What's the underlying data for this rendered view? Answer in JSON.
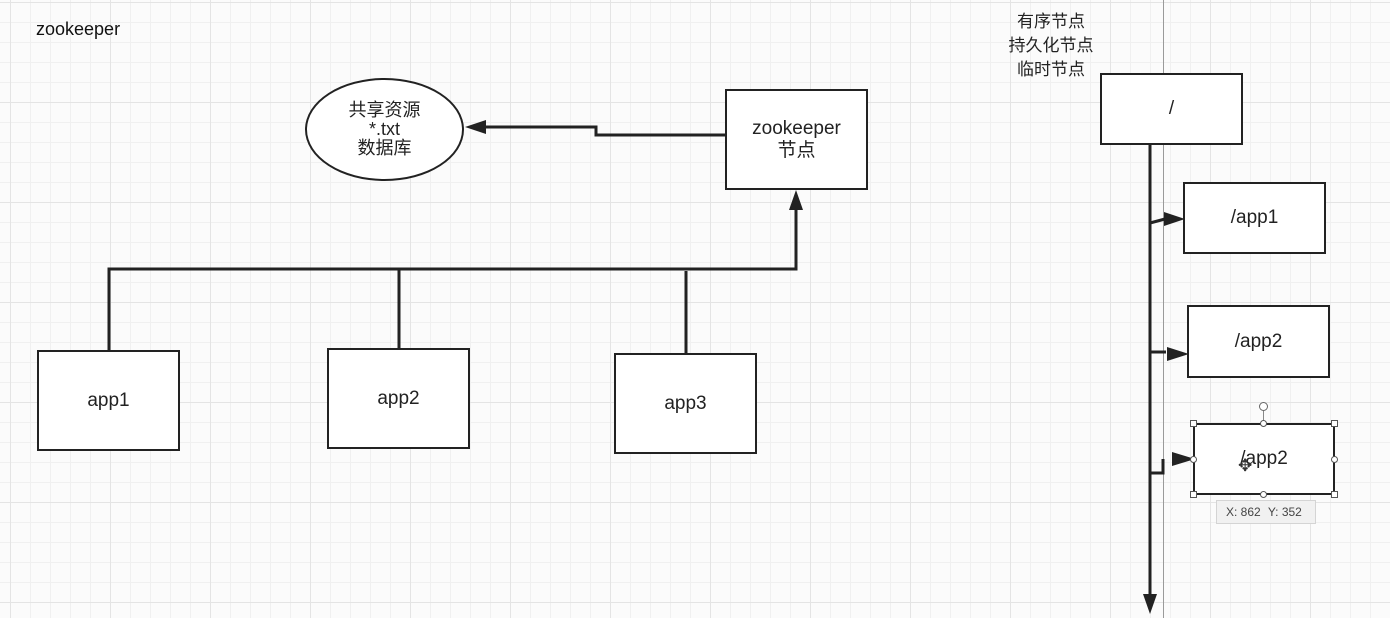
{
  "page": {
    "title": "zookeeper"
  },
  "node_types": {
    "items": [
      "有序节点",
      "持久化节点",
      "临时节点"
    ]
  },
  "shared_resource": {
    "lines": [
      "共享资源",
      "*.txt",
      "数据库"
    ]
  },
  "zookeeper_node": {
    "lines": [
      "zookeeper",
      "节点"
    ]
  },
  "apps": [
    "app1",
    "app2",
    "app3"
  ],
  "znode_tree": {
    "root": "/",
    "children": [
      "/app1",
      "/app2",
      "/app2"
    ]
  },
  "selection": {
    "tooltip_x": "X: 862",
    "tooltip_y": "Y: 352"
  },
  "icons": {
    "move_cursor": "move-cursor-icon"
  },
  "colors": {
    "stroke": "#222222",
    "grid_major": "#e4e4e4",
    "grid_minor": "#f0f0f0"
  }
}
